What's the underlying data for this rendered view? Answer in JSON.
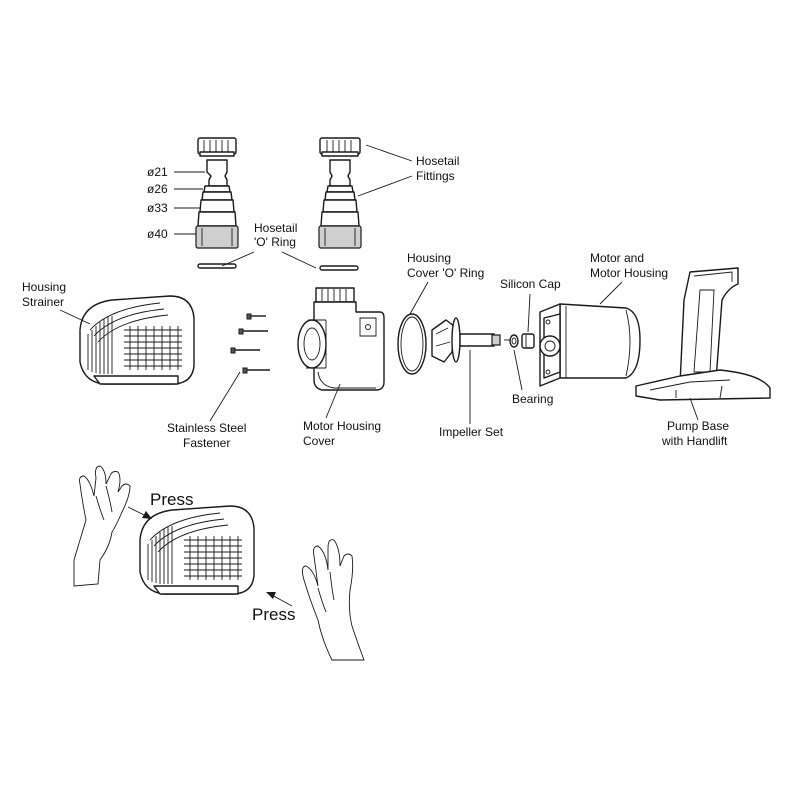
{
  "colors": {
    "line": "#1a1a1a",
    "fill": "#ffffff",
    "shade": "#cfcfcf"
  },
  "labels": {
    "hosetail_fittings": [
      "Hosetail",
      "Fittings"
    ],
    "hosetail_oring": [
      "Hosetail",
      "'O' Ring"
    ],
    "housing_strainer": [
      "Housing",
      "Strainer"
    ],
    "stainless_steel_fastener": [
      "Stainless Steel",
      "Fastener"
    ],
    "motor_housing_cover": [
      "Motor Housing",
      "Cover"
    ],
    "housing_cover_oring": [
      "Housing",
      "Cover 'O' Ring"
    ],
    "impeller_set": "Impeller Set",
    "silicon_cap": "Silicon Cap",
    "bearing": "Bearing",
    "motor_and_motor_housing": [
      "Motor and",
      "Motor Housing"
    ],
    "pump_base_with_handlift": [
      "Pump Base",
      "with Handlift"
    ],
    "press_top": "Press",
    "press_bottom": "Press"
  },
  "diameters": [
    "ø21",
    "ø26",
    "ø33",
    "ø40"
  ]
}
